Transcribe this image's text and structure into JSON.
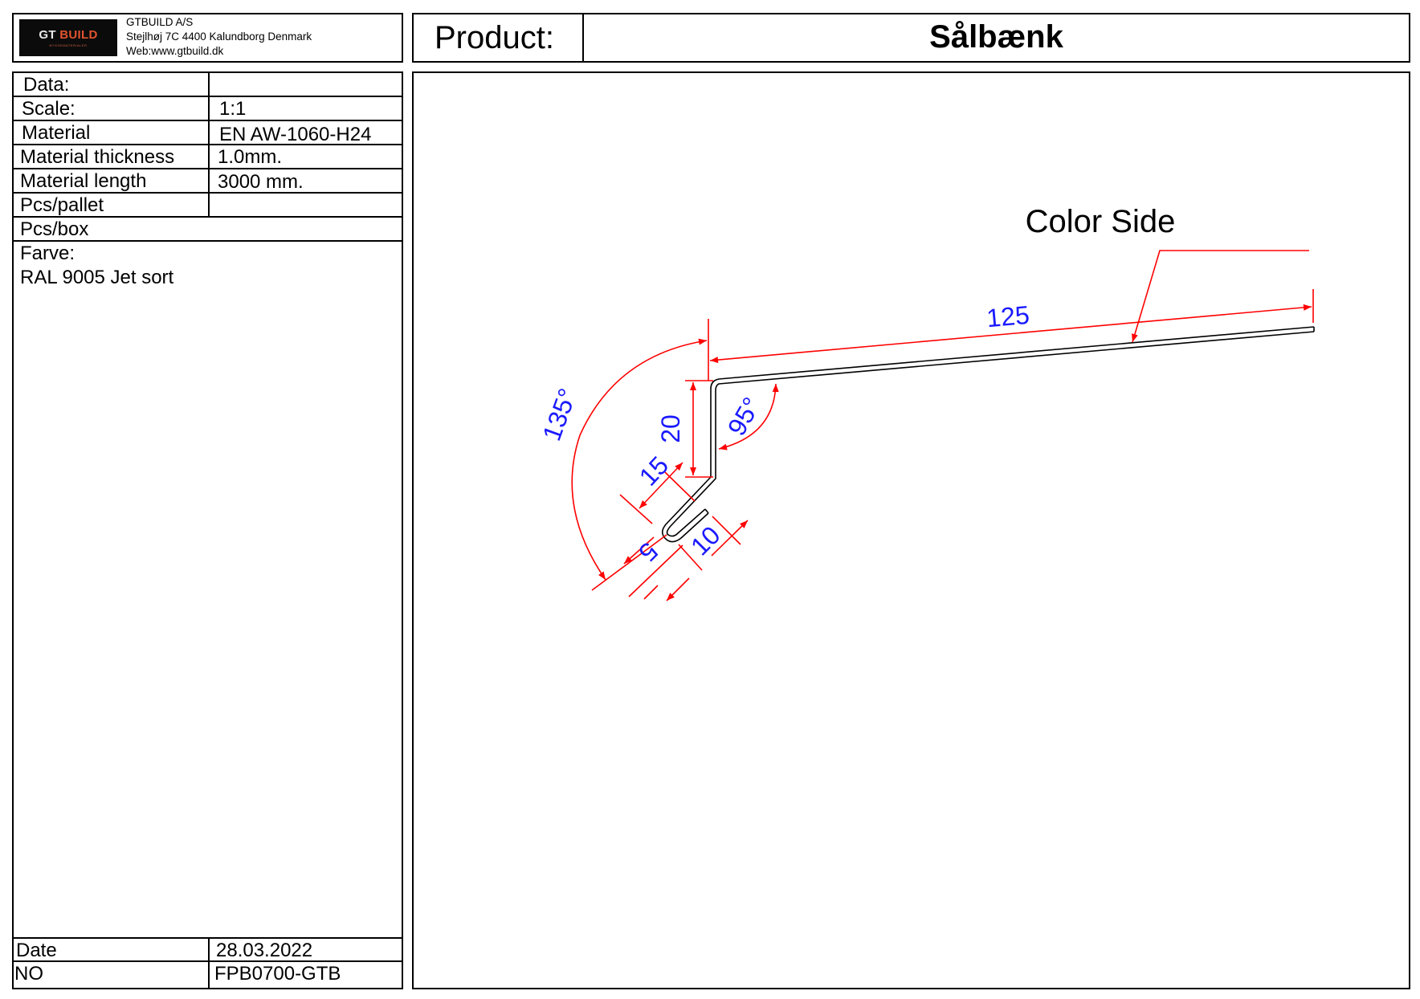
{
  "company": {
    "logo_text_primary": "GT",
    "logo_text_accent": "BUILD",
    "logo_tagline": "BYGGEMATERIALER",
    "name": "GTBUILD A/S",
    "address": "Stejlhøj 7C 4400 Kalundborg Denmark",
    "web": "Web:www.gtbuild.dk"
  },
  "title": {
    "label": "Product:",
    "product_name": "Sålbænk"
  },
  "specs": {
    "data_label": "Data:",
    "data_value": "",
    "scale_label": "Scale:",
    "scale_value": "1:1",
    "material_label": "Material",
    "material_value": "EN AW-1060-H24",
    "thickness_label": "Material thickness",
    "thickness_value": "1.0mm.",
    "length_label": "Material length",
    "length_value": "3000 mm.",
    "pcs_pallet_label": "Pcs/pallet",
    "pcs_pallet_value": "",
    "pcs_box_label": "Pcs/box",
    "pcs_box_value": "",
    "color_label": "Farve:",
    "color_value": "RAL 9005  Jet sort"
  },
  "footer": {
    "date_label": "Date",
    "date_value": "28.03.2022",
    "no_label": "NO",
    "no_value": "FPB0700-GTB"
  },
  "drawing": {
    "color_side_label": "Color Side",
    "dim_length_top": "125",
    "dim_height": "20",
    "dim_slant": "15",
    "dim_hem_gap": "5",
    "dim_hem_length": "10",
    "angle_main": "135°",
    "angle_top": "95°",
    "dimension_color": "#ff0000",
    "dimension_text_color": "#1a1aff"
  }
}
